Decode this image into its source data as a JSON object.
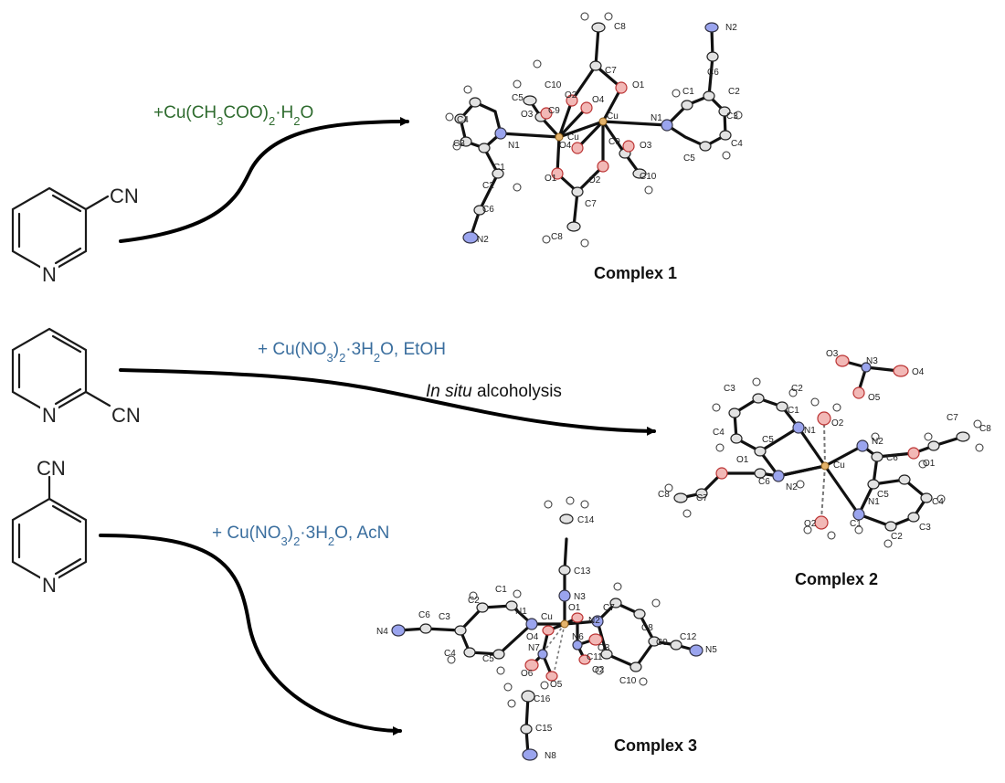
{
  "reactions": {
    "r1": {
      "reagent_main": "+Cu(CH",
      "sub1": "3",
      "mid1": "COO)",
      "sub2": "2",
      "tail": "·H",
      "sub3": "2",
      "end": "O",
      "color": "#2e6b2e"
    },
    "r2": {
      "reagent_main": "+ Cu(NO",
      "sub1": "3",
      "mid1": ")",
      "sub2": "2",
      "tail": "·3H",
      "sub3": "2",
      "end": "O, EtOH",
      "note_italic": "In situ",
      "note_rest": " alcoholysis",
      "color": "#3a6e9e"
    },
    "r3": {
      "reagent_main": "+ Cu(NO",
      "sub1": "3",
      "mid1": ")",
      "sub2": "2",
      "tail": "·3H",
      "sub3": "2",
      "end": "O, AcN",
      "color": "#3a6e9e"
    }
  },
  "ligands": {
    "l1": {
      "substituent": "CN",
      "ring_n": "N"
    },
    "l2": {
      "substituent": "CN",
      "ring_n": "N"
    },
    "l3": {
      "substituent": "CN",
      "ring_n": "N"
    }
  },
  "products": {
    "c1": {
      "label": "Complex 1"
    },
    "c2": {
      "label": "Complex 2"
    },
    "c3": {
      "label": "Complex 3"
    }
  },
  "atom_colors": {
    "copper": "#c8923a",
    "oxygen": "#d9534f",
    "nitrogen": "#5566cc",
    "carbon": "#d8d8d8",
    "hydrogen": "#ffffff"
  }
}
